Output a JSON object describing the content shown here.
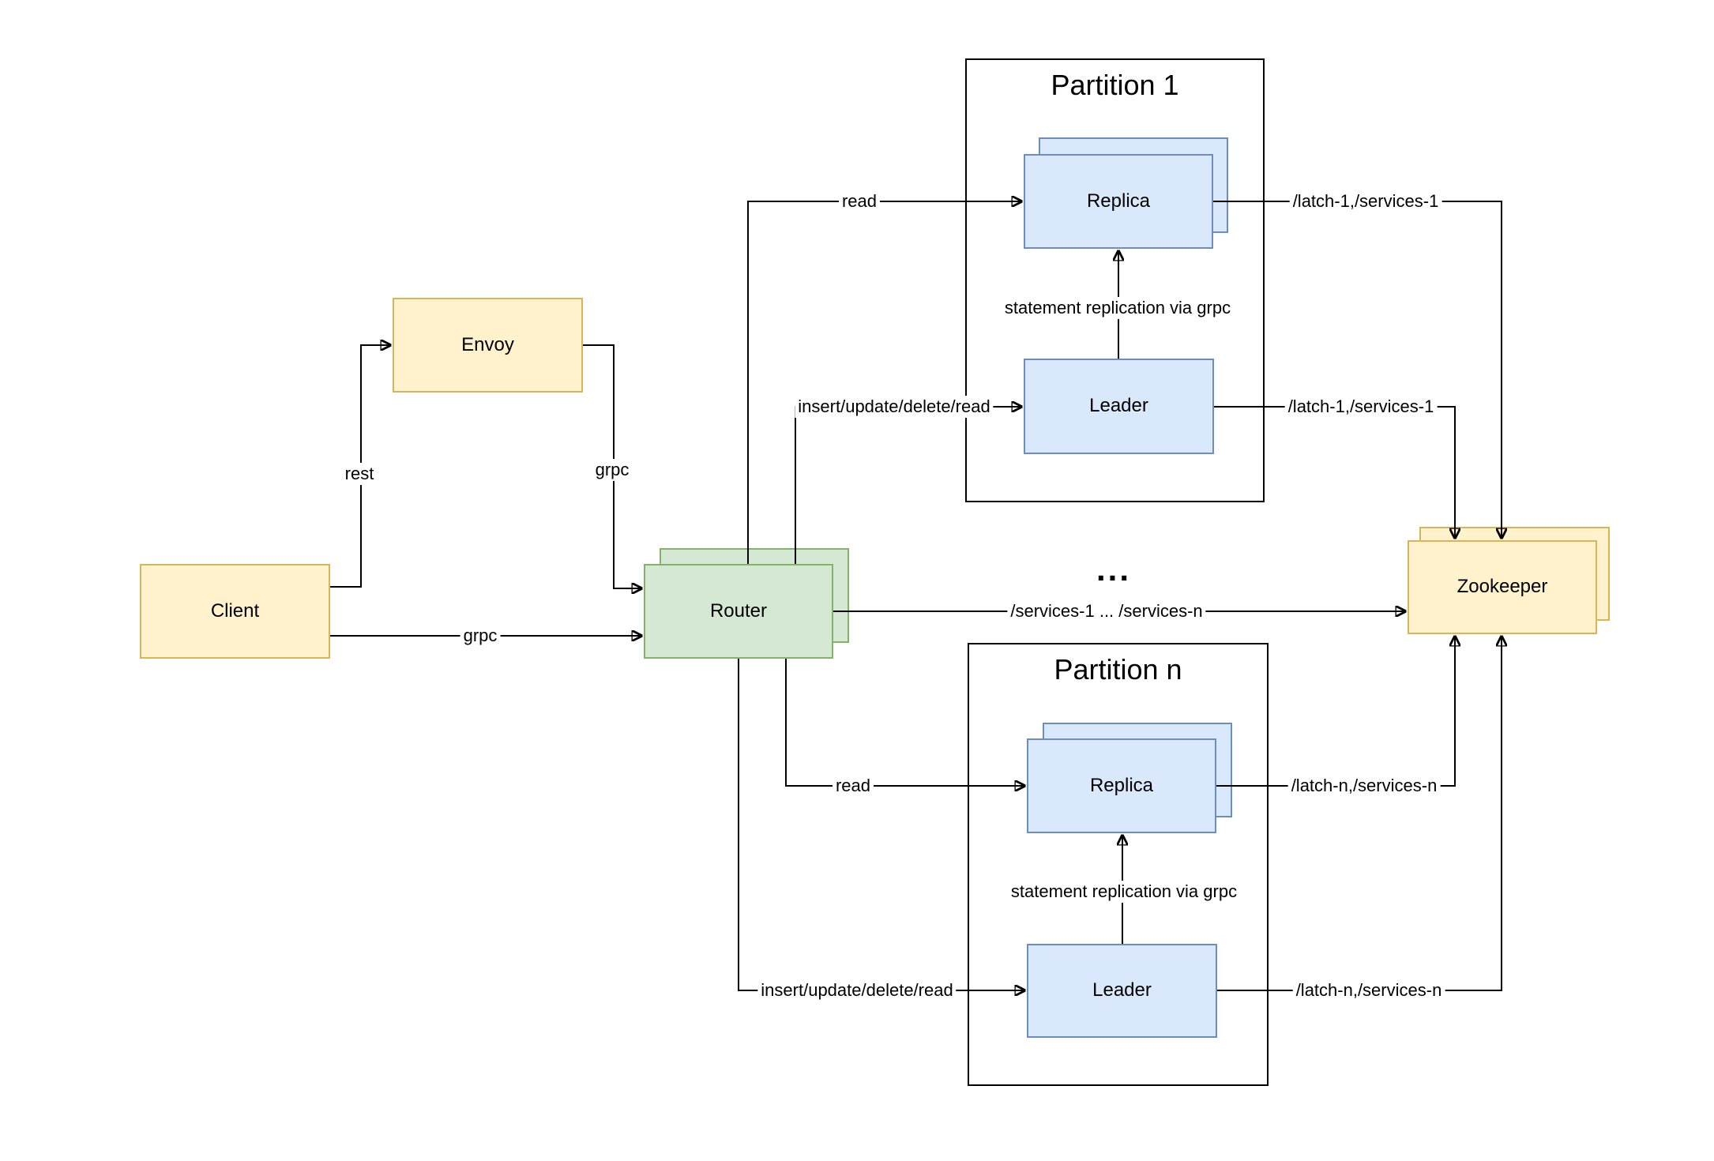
{
  "nodes": {
    "client": {
      "label": "Client"
    },
    "envoy": {
      "label": "Envoy"
    },
    "router": {
      "label": "Router"
    },
    "zookeeper": {
      "label": "Zookeeper"
    },
    "partition1": {
      "title": "Partition 1",
      "replica_label": "Replica",
      "leader_label": "Leader"
    },
    "partitionN": {
      "title": "Partition n",
      "replica_label": "Replica",
      "leader_label": "Leader"
    }
  },
  "edges": [
    {
      "from": "Client",
      "to": "Envoy",
      "label": "rest"
    },
    {
      "from": "Envoy",
      "to": "Router",
      "label": "grpc"
    },
    {
      "from": "Client",
      "to": "Router",
      "label": "grpc"
    },
    {
      "from": "Router",
      "to": "Partition 1 Replica",
      "label": "read"
    },
    {
      "from": "Router",
      "to": "Partition 1 Leader",
      "label": "insert/update/delete/read"
    },
    {
      "from": "Router",
      "to": "Partition n Replica",
      "label": "read"
    },
    {
      "from": "Router",
      "to": "Partition n Leader",
      "label": "insert/update/delete/read"
    },
    {
      "from": "Partition 1 Leader",
      "to": "Partition 1 Replica",
      "label": "statement replication via grpc"
    },
    {
      "from": "Partition n Leader",
      "to": "Partition n Replica",
      "label": "statement replication via grpc"
    },
    {
      "from": "Partition 1 Replica",
      "to": "Zookeeper",
      "label": "/latch-1,/services-1"
    },
    {
      "from": "Partition 1 Leader",
      "to": "Zookeeper",
      "label": "/latch-1,/services-1"
    },
    {
      "from": "Partition n Replica",
      "to": "Zookeeper",
      "label": "/latch-n,/services-n"
    },
    {
      "from": "Partition n Leader",
      "to": "Zookeeper",
      "label": "/latch-n,/services-n"
    },
    {
      "from": "Router",
      "to": "Zookeeper",
      "label": "/services-1 ... /services-n"
    }
  ],
  "ellipsis": "...",
  "colors": {
    "background": "#FFFFFF",
    "connector": "#000000",
    "node_yellow_fill": "#FFF2CC",
    "node_yellow_border": "#D6B656",
    "node_green_fill": "#D5E8D4",
    "node_green_border": "#82B366",
    "node_blue_fill": "#DAE8FC",
    "node_blue_border": "#6C8EBF"
  }
}
